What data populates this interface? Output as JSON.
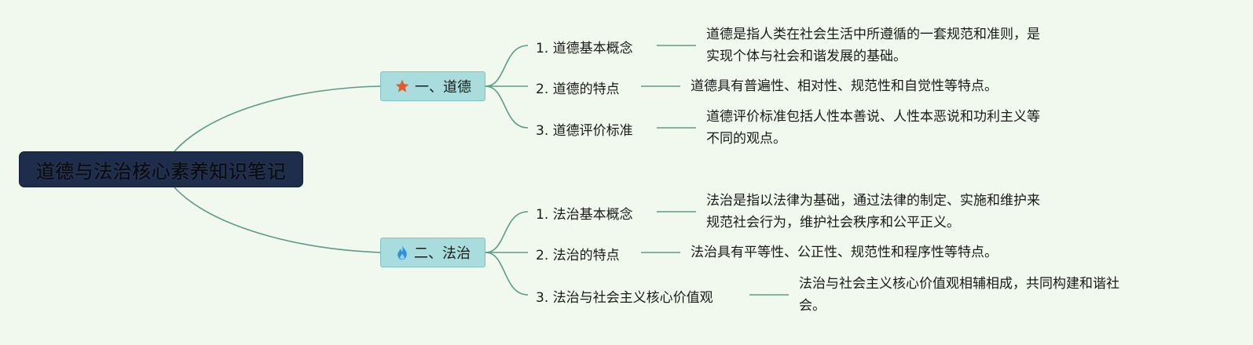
{
  "root": {
    "title": "道德与法治核心素养知识笔记"
  },
  "branches": [
    {
      "label": "一、道德",
      "icon": "star-icon",
      "icon_color": "#e05a2b",
      "topics": [
        {
          "label": "1. 道德基本概念",
          "desc": [
            "道德是指人类在社会生活中所遵循的一套规范和准则，是",
            "实现个体与社会和谐发展的基础。"
          ]
        },
        {
          "label": "2. 道德的特点",
          "desc": [
            "道德具有普遍性、相对性、规范性和自觉性等特点。"
          ]
        },
        {
          "label": "3. 道德评价标准",
          "desc": [
            "道德评价标准包括人性本善说、人性本恶说和功利主义等",
            "不同的观点。"
          ]
        }
      ]
    },
    {
      "label": "二、法治",
      "icon": "fire-icon",
      "icon_color": "#2f8fe0",
      "topics": [
        {
          "label": "1. 法治基本概念",
          "desc": [
            "法治是指以法律为基础，通过法律的制定、实施和维护来",
            "规范社会行为，维护社会秩序和公平正义。"
          ]
        },
        {
          "label": "2. 法治的特点",
          "desc": [
            "法治具有平等性、公正性、规范性和程序性等特点。"
          ]
        },
        {
          "label": "3. 法治与社会主义核心价值观",
          "desc": [
            "法治与社会主义核心价值观相辅相成，共同构建和谐社",
            "会。"
          ]
        }
      ]
    }
  ],
  "colors": {
    "link": "#5c9a88",
    "root_bg": "#1d2d4b",
    "branch_bg": "#a9dcdc",
    "background": "#f1f8ee"
  }
}
